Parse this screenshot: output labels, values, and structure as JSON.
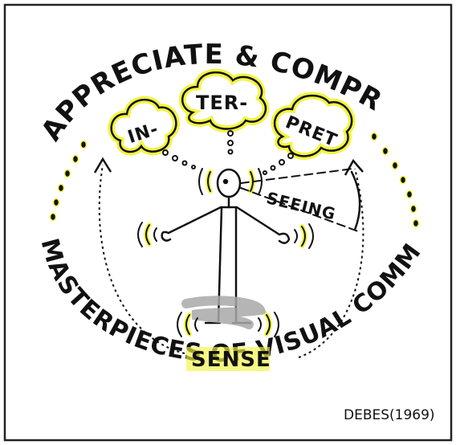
{
  "arc_top_text": "APPRECIATE & COMPREHEND.",
  "arc_bottom_text": "MASTERPIECES OF VISUAL COMMUNICATION",
  "clouds": [
    {
      "label": "IN-"
    },
    {
      "label": "TER-"
    },
    {
      "label": "PRET"
    }
  ],
  "seeing_label": "SEEING",
  "sense_label": "SENSE",
  "citation": "DEBES(1969)",
  "colors": {
    "ink": "#111111",
    "highlight": "#f2f542",
    "shadow": "#a8a8a8",
    "frame": "#222222"
  }
}
